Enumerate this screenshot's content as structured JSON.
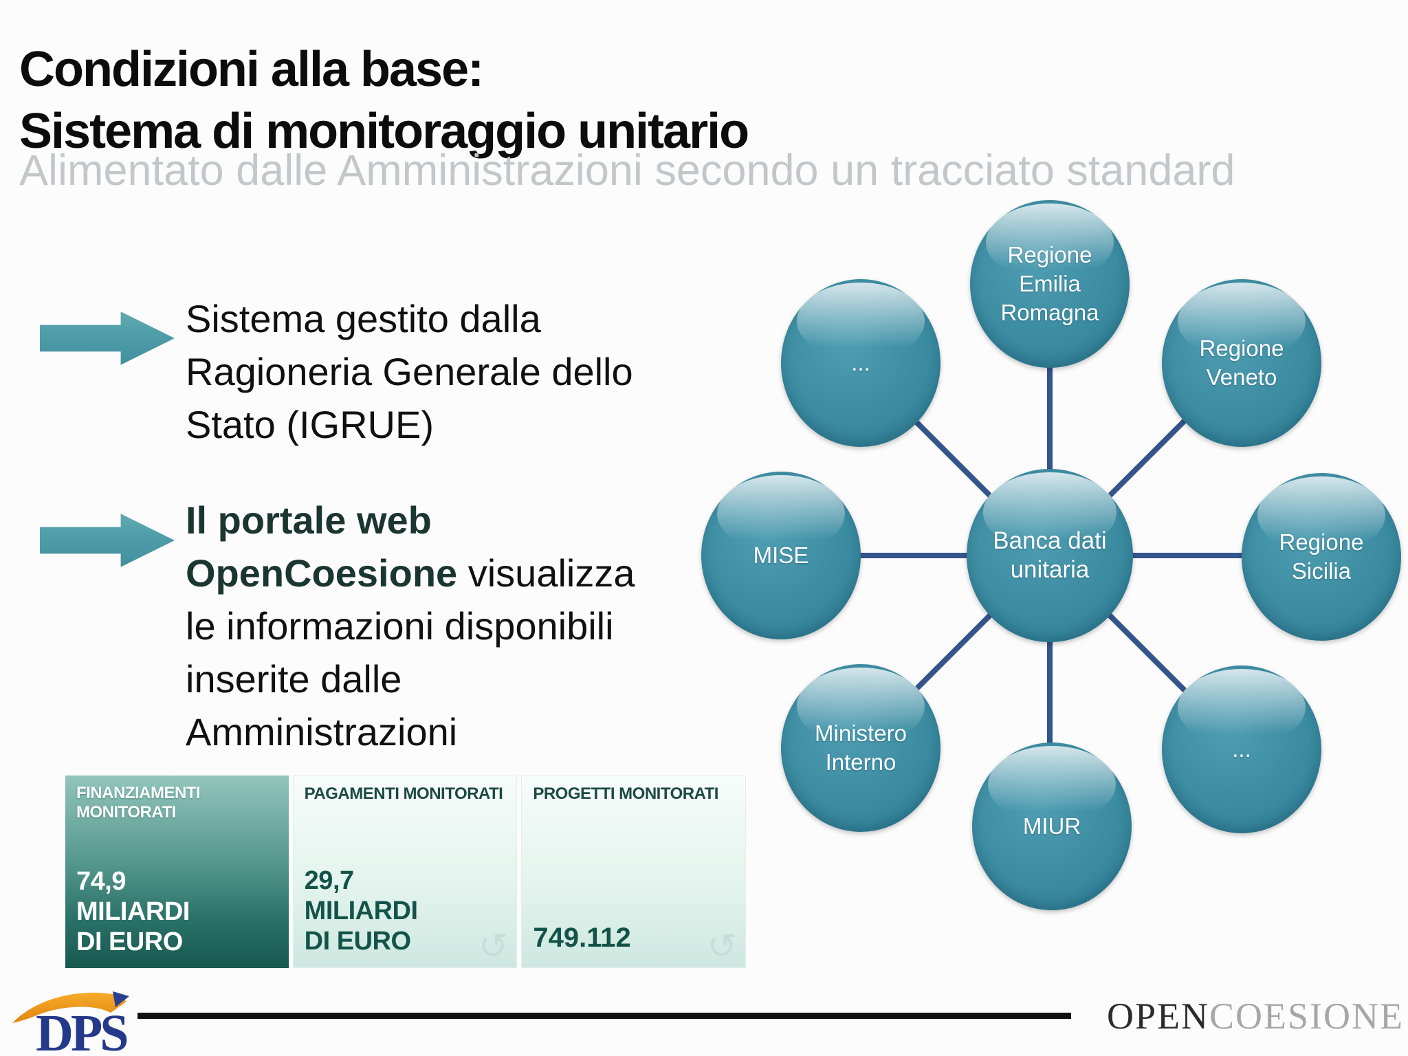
{
  "slide": {
    "title_line1": "Condizioni alla base:",
    "title_line2": "Sistema di monitoraggio unitario",
    "subtitle": "Alimentato dalle Amministrazioni secondo un tracciato standard"
  },
  "bullets": {
    "one": {
      "line1": "Sistema gestito dalla",
      "line2": "Ragioneria Generale dello",
      "line3": "Stato (IGRUE)"
    },
    "two": {
      "line1_bold": "Il portale web",
      "line2_bold": "OpenCoesione",
      "line2_rest": " visualizza",
      "line3": "le informazioni disponibili",
      "line4": "inserite dalle",
      "line5": "Amministrazioni"
    }
  },
  "stats": {
    "panels": [
      {
        "header": "FINANZIAMENTI MONITORATI",
        "value_line1": "74,9",
        "value_line2": "MILIARDI",
        "value_line3": "DI EURO"
      },
      {
        "header": "PAGAMENTI MONITORATI",
        "value_line1": "29,7",
        "value_line2": "MILIARDI",
        "value_line3": "DI EURO"
      },
      {
        "header": "PROGETTI MONITORATI",
        "value": "749.112"
      }
    ]
  },
  "icons": {
    "refresh": "↺"
  },
  "diagram": {
    "center_label": "Banca dati unitaria",
    "nodes": [
      {
        "label": "Regione Emilia Romagna"
      },
      {
        "label": "Regione Veneto"
      },
      {
        "label": "Regione Sicilia"
      },
      {
        "label": "..."
      },
      {
        "label": "MIUR"
      },
      {
        "label": "Ministero Interno"
      },
      {
        "label": "MISE"
      },
      {
        "label": "..."
      }
    ]
  },
  "footer": {
    "dps": "DPS",
    "brand_open": "OPEN",
    "brand_coesione": "COESIONE"
  },
  "colors": {
    "node_teal": "#3b8ba1",
    "spoke_blue": "#34548c",
    "arrow_teal": "#4f9da9",
    "panel_dark_top": "#92c5bc",
    "panel_dark_bottom": "#17584f",
    "panel_light_bottom": "#cde8e0",
    "panel_text_teal": "#14534a",
    "subtitle_gray": "#c2c7ca",
    "brand_gray": "#a7a7a7",
    "dps_navy": "#25398a",
    "dps_orange": "#ef9d1f"
  }
}
